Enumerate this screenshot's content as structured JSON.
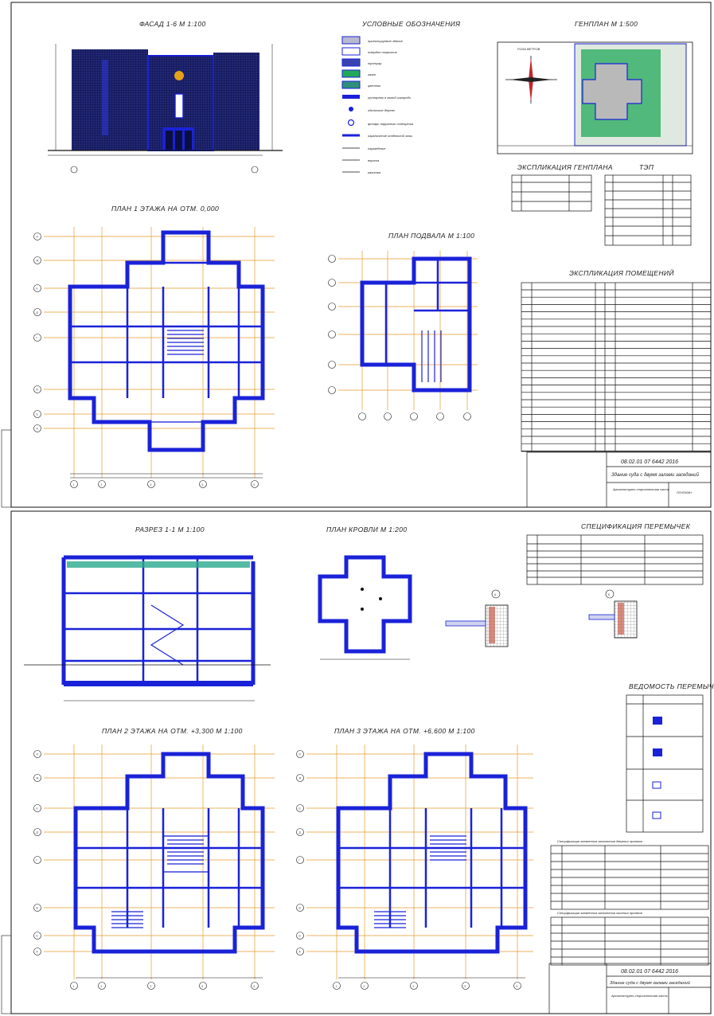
{
  "sheet1": {
    "facade_title": "ФАСАД 1-6 М 1:100",
    "legend_title": "УСЛОВНЫЕ ОБОЗНАЧЕНИЯ",
    "genplan_title": "ГЕНПЛАН М 1:500",
    "wind_rose_label": "РОЗА ВЕТРОВ",
    "plan1_title": "ПЛАН 1 ЭТАЖА НА ОТМ. 0,000",
    "basement_title": "ПЛАН ПОДВАЛА М 1:100",
    "genplan_expl_title": "ЭКСПЛИКАЦИЯ ГЕНПЛАНА",
    "tep_title": "ТЭП",
    "rooms_title": "ЭКСПЛИКАЦИЯ ПОМЕЩЕНИЙ",
    "legend_items": [
      "проектируемое здание",
      "твердое покрытие",
      "тротуар",
      "газон",
      "цветник",
      "кустарник в живой изгороди",
      "одиночное дерево",
      "фонарь наружного освещения",
      "ограничение отдельной зоны",
      "ограждение",
      "ворота",
      "калитка"
    ],
    "stamp_code": "08.02.01 07 6442 2016",
    "stamp_project": "Здание суда с двумя залами заседаний",
    "stamp_section": "Архитектурно-строительная часть",
    "stamp_sheets": "ГЕНПЛАН",
    "axes_letters": [
      "И",
      "Ж",
      "Е",
      "Д",
      "Г",
      "В",
      "Б",
      "А"
    ],
    "axes_numbers": [
      "1",
      "2",
      "3",
      "5",
      "6"
    ]
  },
  "sheet2": {
    "section_title": "РАЗРЕЗ 1-1 М 1:100",
    "roof_title": "ПЛАН КРОВЛИ М 1:200",
    "lintel_spec_title": "СПЕЦИФИКАЦИЯ ПЕРЕМЫЧЕК",
    "lintel_list_title": "ВЕДОМОСТЬ ПЕРЕМЫЧЕК",
    "plan2_title": "ПЛАН 2 ЭТАЖА НА ОТМ. +3,300 М 1:100",
    "plan3_title": "ПЛАН 3 ЭТАЖА НА ОТМ. +6,600 М 1:100",
    "doors_spec_title": "Спецификация элементов заполнения дверных проемов",
    "windows_spec_title": "Спецификация элементов заполнения оконных проемов",
    "stamp_code": "08.02.01 07 6442 2016",
    "stamp_project": "Здание суда с двумя залами заседаний",
    "stamp_section": "Архитектурно-строительная часть",
    "node_a": "А",
    "node_b": "Б"
  },
  "colors": {
    "wall": "#1a22d8",
    "axis": "#e69a2a",
    "facade_dark": "#141a5c",
    "grass": "#22a85a",
    "paving": "#b9b9b9"
  }
}
